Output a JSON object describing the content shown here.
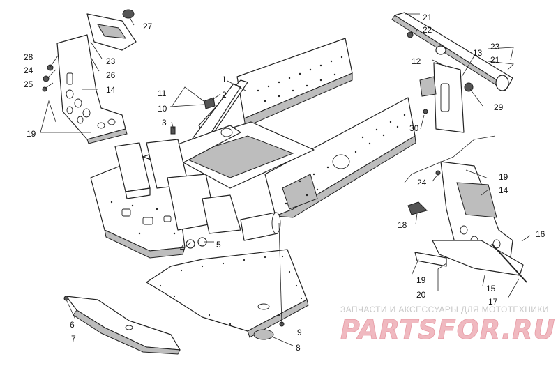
{
  "callouts": [
    {
      "id": "c1",
      "text": "1"
    },
    {
      "id": "c2",
      "text": "2"
    },
    {
      "id": "c3",
      "text": "3"
    },
    {
      "id": "c4",
      "text": "4"
    },
    {
      "id": "c5",
      "text": "5"
    },
    {
      "id": "c6",
      "text": "6"
    },
    {
      "id": "c7",
      "text": "7"
    },
    {
      "id": "c8",
      "text": "8"
    },
    {
      "id": "c9",
      "text": "9"
    },
    {
      "id": "c10",
      "text": "10"
    },
    {
      "id": "c11",
      "text": "11"
    },
    {
      "id": "c12",
      "text": "12"
    },
    {
      "id": "c13",
      "text": "13"
    },
    {
      "id": "c14a",
      "text": "14"
    },
    {
      "id": "c14b",
      "text": "14"
    },
    {
      "id": "c15",
      "text": "15"
    },
    {
      "id": "c16",
      "text": "16"
    },
    {
      "id": "c17",
      "text": "17"
    },
    {
      "id": "c18",
      "text": "18"
    },
    {
      "id": "c19a",
      "text": "19"
    },
    {
      "id": "c19b",
      "text": "19"
    },
    {
      "id": "c19c",
      "text": "19"
    },
    {
      "id": "c20",
      "text": "20"
    },
    {
      "id": "c21a",
      "text": "21"
    },
    {
      "id": "c21b",
      "text": "21"
    },
    {
      "id": "c22",
      "text": "22"
    },
    {
      "id": "c23a",
      "text": "23"
    },
    {
      "id": "c23b",
      "text": "23"
    },
    {
      "id": "c24a",
      "text": "24"
    },
    {
      "id": "c24b",
      "text": "24"
    },
    {
      "id": "c25",
      "text": "25"
    },
    {
      "id": "c26",
      "text": "26"
    },
    {
      "id": "c27",
      "text": "27"
    },
    {
      "id": "c28",
      "text": "28"
    },
    {
      "id": "c29",
      "text": "29"
    },
    {
      "id": "c30",
      "text": "30"
    }
  ],
  "watermark": {
    "tagline": "ЗАПЧАСТИ И АКСЕССУАРЫ ДЛЯ МОТОТЕХНИКИ",
    "brand": "PARTSFOR.RU"
  },
  "colors": {
    "line": "#222222",
    "shade": "#bdbdbd",
    "watermark_brand": "#f0b9c0",
    "watermark_tagline": "#c9c9c9"
  }
}
